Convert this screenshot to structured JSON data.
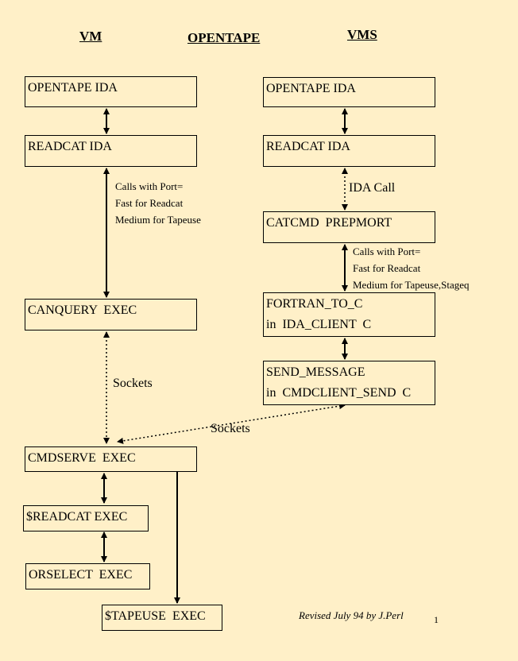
{
  "headers": {
    "vm": "VM",
    "title": "OPENTAPE",
    "vms": "VMS"
  },
  "vm_boxes": {
    "opentape_ida": "OPENTAPE IDA",
    "readcat_ida": "READCAT IDA",
    "canquery_exec": "CANQUERY  EXEC",
    "cmdserve_exec": "CMDSERVE  EXEC",
    "readcat_dollar_exec": "$READCAT EXEC",
    "orselect_exec": "ORSELECT  EXEC",
    "tapeuse_exec": "$TAPEUSE  EXEC"
  },
  "vms_boxes": {
    "opentape_ida": "OPENTAPE IDA",
    "readcat_ida": "READCAT IDA",
    "catcmd_prepmort": "CATCMD  PREPMORT",
    "fortran_to_c": "FORTRAN_TO_C\nin  IDA_CLIENT  C",
    "send_message": "SEND_MESSAGE\nin  CMDCLIENT_SEND  C"
  },
  "notes": {
    "vm_port": "Calls with Port=\nFast for Readcat\nMedium for Tapeuse",
    "vms_port": "Calls with Port=\nFast for Readcat\nMedium for Tapeuse,Stageq",
    "ida_call": "IDA Call",
    "sockets_vm": "Sockets",
    "sockets_cross": "Sockets"
  },
  "footer": {
    "revised": "Revised July 94 by J.Perl",
    "page": "1"
  }
}
